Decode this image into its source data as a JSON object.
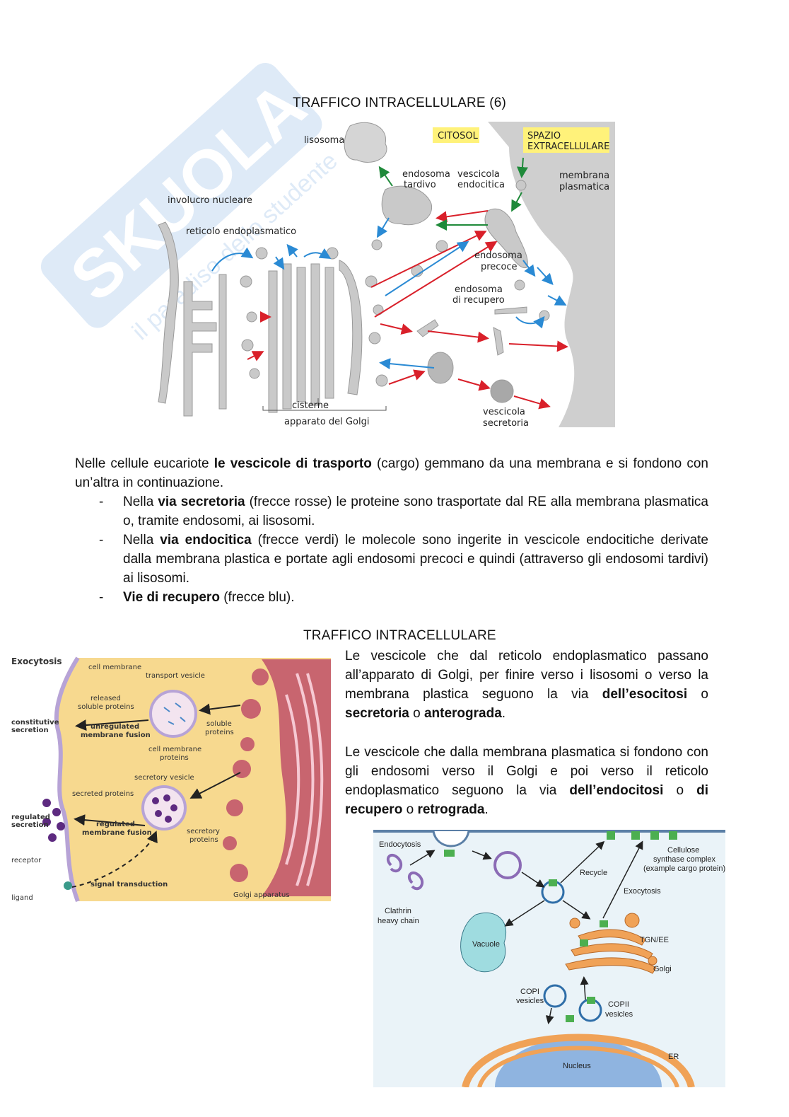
{
  "watermark": {
    "brand": "SKUOLA.net",
    "tagline": "il paradiso dello studente"
  },
  "section1": {
    "title": "TRAFFICO INTRACELLULARE (6)",
    "figure": {
      "lisosoma": "lisosoma",
      "citosol": "CITOSOL",
      "spazio_1": "SPAZIO",
      "spazio_2": "EXTRACELLULARE",
      "endosoma_tardivo_1": "endosoma",
      "endosoma_tardivo_2": "tardivo",
      "vescicola_endocitica_1": "vescicola",
      "vescicola_endocitica_2": "endocitica",
      "membrana_1": "membrana",
      "membrana_2": "plasmatica",
      "involucro": "involucro nucleare",
      "reticolo": "reticolo endoplasmatico",
      "endosoma_precoce_1": "endosoma",
      "endosoma_precoce_2": "precoce",
      "endosoma_recupero_1": "endosoma",
      "endosoma_recupero_2": "di recupero",
      "cisterne": "cisterne",
      "golgi": "apparato del Golgi",
      "vescicola_secretoria_1": "vescicola",
      "vescicola_secretoria_2": "secretoria",
      "colors": {
        "red": "#d9202a",
        "green": "#1f8a3a",
        "blue": "#2a8ad4",
        "membrane": "#c9c9c9",
        "label_bg": "#fff27a"
      }
    },
    "intro_pre": "Nelle cellule eucariote ",
    "intro_bold": "le vescicole di trasporto",
    "intro_post": " (cargo) gemmano da una membrana e si fondono con un’altra in continuazione.",
    "bullet1_pre": "Nella ",
    "bullet1_bold": "via secretoria",
    "bullet1_post": " (frecce rosse) le proteine sono trasportate dal RE alla membrana plasmatica o, tramite endosomi, ai lisosomi.",
    "bullet2_pre": "Nella ",
    "bullet2_bold": "via endocitica",
    "bullet2_post": " (frecce verdi) le molecole sono ingerite in vescicole endocitiche derivate dalla membrana plastica e portate agli endosomi precoci e quindi (attraverso gli endosomi tardivi) ai lisosomi.",
    "bullet3_bold": "Vie di recupero",
    "bullet3_post": " (frecce blu).",
    "dash": "-"
  },
  "section2": {
    "title": "TRAFFICO INTRACELLULARE",
    "para1_pre": "Le vescicole che dal reticolo endoplasmatico passano all’apparato di Golgi, per finire verso i lisosomi o verso la membrana plastica seguono la via ",
    "para1_b1": "dell’esocitosi",
    "para1_m1": " o ",
    "para1_b2": "secretoria",
    "para1_m2": " o ",
    "para1_b3": "anterograda",
    "para1_end": ".",
    "para2_pre": "Le vescicole che dalla membrana plasmatica si fondono con gli endosomi verso il Golgi e poi verso il reticolo endoplasmatico seguono la via ",
    "para2_b1": "dell’endocitosi",
    "para2_m1": " o ",
    "para2_b2": "di recupero",
    "para2_m2": " o ",
    "para2_b3": "retrograda",
    "para2_end": ".",
    "exo_figure": {
      "title": "Exocytosis",
      "cell_membrane": "cell membrane",
      "transport_vesicle": "transport vesicle",
      "released_1": "released",
      "released_2": "soluble proteins",
      "constitutive_1": "constitutive",
      "constitutive_2": "secretion",
      "unregulated_1": "unregulated",
      "unregulated_2": "membrane fusion",
      "soluble_1": "soluble",
      "soluble_2": "proteins",
      "cmp_1": "cell membrane",
      "cmp_2": "proteins",
      "secretory_vesicle": "secretory vesicle",
      "secreted_proteins": "secreted proteins",
      "regulated_sec_1": "regulated",
      "regulated_sec_2": "secretion",
      "regulated_fus_1": "regulated",
      "regulated_fus_2": "membrane fusion",
      "secretory_prot_1": "secretory",
      "secretory_prot_2": "proteins",
      "receptor": "receptor",
      "ligand": "ligand",
      "signal": "signal transduction",
      "golgi": "Golgi apparatus",
      "colors": {
        "bg": "#f7d98f",
        "golgi": "#c0506a",
        "vesicle": "#7a2e8c"
      }
    },
    "cell_figure": {
      "endocytosis": "Endocytosis",
      "clathrin_1": "Clathrin",
      "clathrin_2": "heavy chain",
      "recycle": "Recycle",
      "cellulose_1": "Cellulose",
      "cellulose_2": "synthase complex",
      "cellulose_3": "(example cargo protein)",
      "exocytosis": "Exocytosis",
      "vacuole": "Vacuole",
      "tgn": "TGN/EE",
      "golgi": "Golgi",
      "copi_1": "COPI",
      "copi_2": "vesicles",
      "copii_1": "COPII",
      "copii_2": "vesicles",
      "nucleus": "Nucleus",
      "er": "ER",
      "colors": {
        "bg": "#eaf3f8",
        "golgi": "#f0a257",
        "vacuole": "#9fdce0",
        "green": "#4caf50",
        "nucleus": "#8fb4e0"
      }
    }
  }
}
